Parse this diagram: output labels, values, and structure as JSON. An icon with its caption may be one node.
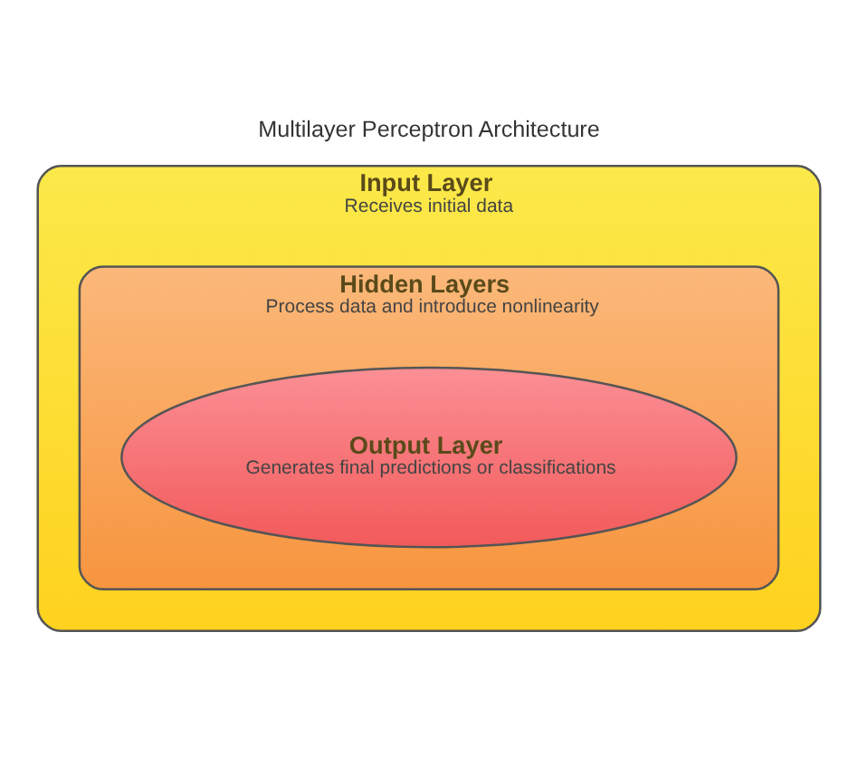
{
  "diagram": {
    "title": "Multilayer Perceptron Architecture",
    "nodes": [
      {
        "text": [
          "Input Layer",
          "Receives initial data"
        ]
      },
      {
        "text": [
          "Hidden Layers",
          "Process data and introduce nonlinearity"
        ],
        "in": 0
      },
      {
        "text": [
          "Output Layer",
          "Generates final predictions or classifications"
        ],
        "in": 1
      }
    ],
    "edges": []
  }
}
